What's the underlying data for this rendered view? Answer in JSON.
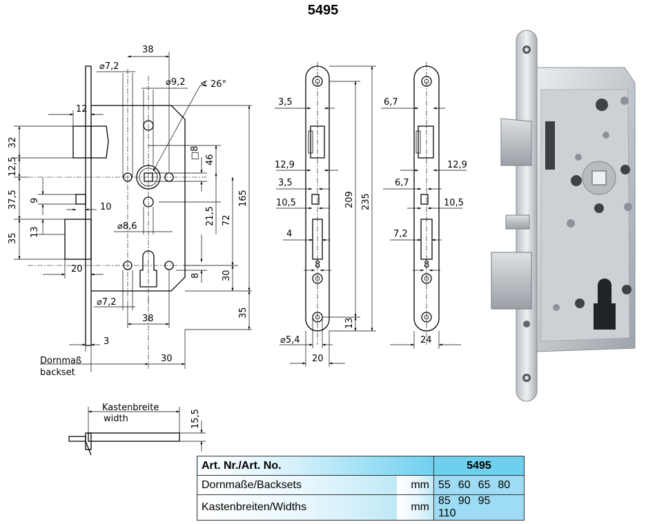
{
  "title": "5495",
  "labels": {
    "backset_de": "Dornmaß",
    "backset_en": "backset",
    "width_de": "Kastenbreite",
    "width_en": "width"
  },
  "dims": {
    "d38_top": "38",
    "d72_top": "⌀7,2",
    "d92": "⌀9,2",
    "angle": "∢ 26°",
    "d12": "12",
    "d32": "32",
    "d125": "12,5",
    "d375": "37,5",
    "d9": "9",
    "d10": "10",
    "d35_left": "35",
    "d13_left": "13",
    "d20_left": "20",
    "d86": "⌀8,6",
    "d8_sq": "□8",
    "d46": "46",
    "d215": "21,5",
    "d72": "72",
    "d165": "165",
    "d8_right": "8",
    "d30": "30",
    "d35_right": "35",
    "d72_bot": "⌀7,2",
    "d38_bot": "38",
    "d3": "3",
    "d30_bot": "30",
    "fp_35": "3,5",
    "fp_129": "12,9",
    "fp_35b": "3,5",
    "fp_105": "10,5",
    "fp_4": "4",
    "fp_8": "8",
    "fp_209": "209",
    "fp_235": "235",
    "fp_13": "13",
    "fp_54": "⌀5,4",
    "fp_20": "20",
    "sp_67": "6,7",
    "sp_129": "12,9",
    "sp_67b": "6,7",
    "sp_105": "10,5",
    "sp_72": "7,2",
    "sp_8": "8",
    "sp_24": "24",
    "side_155": "15,5"
  },
  "table": {
    "header_label": "Art. Nr./Art. No.",
    "header_value": "5495",
    "rows": [
      {
        "label": "Dornmaße/Backsets",
        "unit": "mm",
        "values": [
          "55",
          "60",
          "65",
          "80"
        ]
      },
      {
        "label": "Kastenbreiten/Widths",
        "unit": "mm",
        "values": [
          "85",
          "90",
          "95",
          "110"
        ]
      }
    ]
  }
}
